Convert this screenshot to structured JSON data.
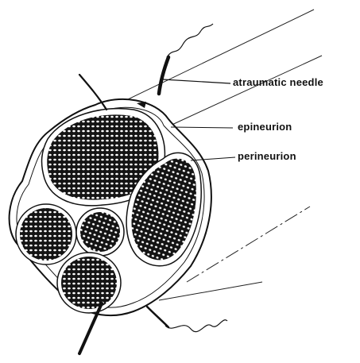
{
  "labels": {
    "needle": "atraumatic needle",
    "epineurion": "epineurion",
    "perineurion": "perineurion"
  },
  "colors": {
    "ink": "#111111",
    "paper": "#ffffff"
  }
}
